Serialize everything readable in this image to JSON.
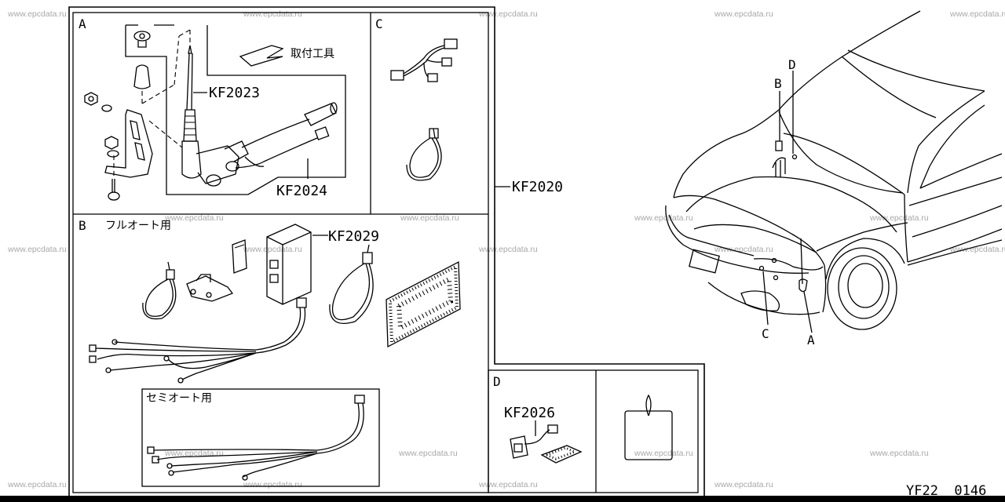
{
  "panels": {
    "a": "A",
    "b": "B",
    "c": "C",
    "d": "D",
    "b_full_auto": "フルオート用",
    "b_semi_auto": "セミオート用",
    "a_tool": "取付工具"
  },
  "parts": {
    "kf2023": "KF2023",
    "kf2024": "KF2024",
    "kf2020": "KF2020",
    "kf2029": "KF2029",
    "kf2026": "KF2026"
  },
  "car_callouts": {
    "a": "A",
    "b": "B",
    "c": "C",
    "d": "D"
  },
  "page_code": "YF22  0146",
  "watermark": "www.epcdata.ru"
}
